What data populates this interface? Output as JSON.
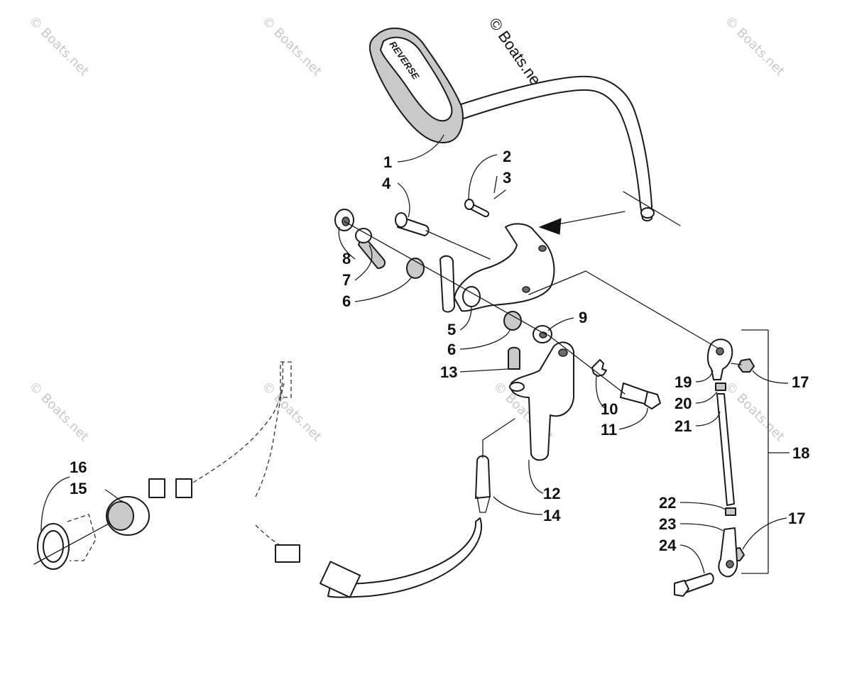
{
  "copyright": "© Boats.net",
  "watermark": "© Boats.net",
  "grip_text": "REVERSE",
  "callouts": [
    {
      "id": "c1",
      "label": "1"
    },
    {
      "id": "c2",
      "label": "2"
    },
    {
      "id": "c3",
      "label": "3"
    },
    {
      "id": "c4",
      "label": "4"
    },
    {
      "id": "c5",
      "label": "5"
    },
    {
      "id": "c6a",
      "label": "6"
    },
    {
      "id": "c6b",
      "label": "6"
    },
    {
      "id": "c7",
      "label": "7"
    },
    {
      "id": "c8",
      "label": "8"
    },
    {
      "id": "c9",
      "label": "9"
    },
    {
      "id": "c10",
      "label": "10"
    },
    {
      "id": "c11",
      "label": "11"
    },
    {
      "id": "c12",
      "label": "12"
    },
    {
      "id": "c13",
      "label": "13"
    },
    {
      "id": "c14",
      "label": "14"
    },
    {
      "id": "c15",
      "label": "15"
    },
    {
      "id": "c16",
      "label": "16"
    },
    {
      "id": "c17a",
      "label": "17"
    },
    {
      "id": "c17b",
      "label": "17"
    },
    {
      "id": "c18",
      "label": "18"
    },
    {
      "id": "c19",
      "label": "19"
    },
    {
      "id": "c20",
      "label": "20"
    },
    {
      "id": "c21",
      "label": "21"
    },
    {
      "id": "c22",
      "label": "22"
    },
    {
      "id": "c23",
      "label": "23"
    },
    {
      "id": "c24",
      "label": "24"
    }
  ]
}
